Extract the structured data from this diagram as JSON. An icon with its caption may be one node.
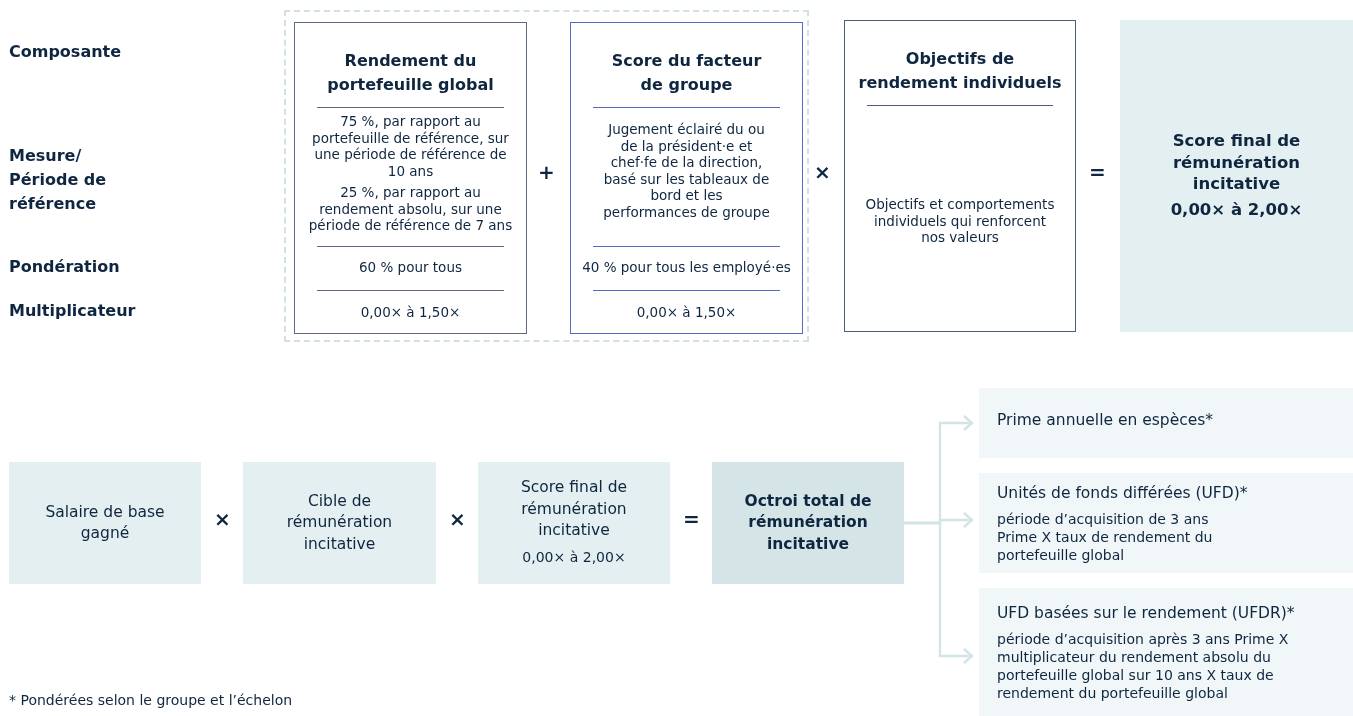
{
  "diagram": {
    "nodes": [
      {
        "text": [],
        "shape": "box"
      },
      {
        "text": [
          "Rendement du portefeuille global",
          "75 %, par rapport au portefeuille de référence, sur une période de référence de 10 ans",
          "25 %, par rapport au rendement absolu, sur une période de référence de 7 ans",
          "60 % pour tous",
          "0,00× à 1,50×"
        ],
        "in": 0
      },
      {
        "text": [
          "Score du facteur de groupe",
          "Jugement éclairé du ou de la président·e et chef·fe de la direction, basé sur les tableaux de bord et les performances de groupe",
          "40 % pour tous les employé·es",
          "0,00× à 1,50×"
        ],
        "in": 0
      },
      {
        "text": [
          "Objectifs de rendement individuels",
          "Objectifs et comportements individuels qui renforcent nos valeurs"
        ]
      },
      {
        "text": [
          "Score final de rémunération incitative",
          "0,00× à 2,00×"
        ]
      },
      {
        "text": [
          "Salaire de base gagné"
        ]
      },
      {
        "text": [
          "Cible de rémunération incitative"
        ]
      },
      {
        "text": [
          "Score final de rémunération incitative",
          "0,00× à 2,00×"
        ]
      },
      {
        "text": [
          "Octroi total de rémunération incitative"
        ]
      },
      {
        "text": [
          "Prime annuelle en espèces*"
        ]
      },
      {
        "text": [
          "Unités de fonds différées (UFD)*",
          "période d’acquisition de 3 ans Prime X taux de rendement du portefeuille global"
        ]
      },
      {
        "text": [
          "UFD basées sur le rendement (UFDR)*",
          "période d’acquisition après 3 ans Prime X multiplicateur du rendement absolu du portefeuille global sur 10 ans X taux de rendement du portefeuille global"
        ]
      }
    ],
    "edges": [
      {
        "from": 8,
        "to": 9,
        "arrow": "to"
      },
      {
        "from": 8,
        "to": 10,
        "arrow": "to"
      },
      {
        "from": 8,
        "to": 11,
        "arrow": "to"
      }
    ],
    "labels": [
      "Composante",
      "Mesure/ Période de référence",
      "Pondération",
      "Multiplicateur",
      "+",
      "×",
      "=",
      "×",
      "×",
      "=",
      "* Pondérées selon le groupe et l’échelon"
    ]
  }
}
